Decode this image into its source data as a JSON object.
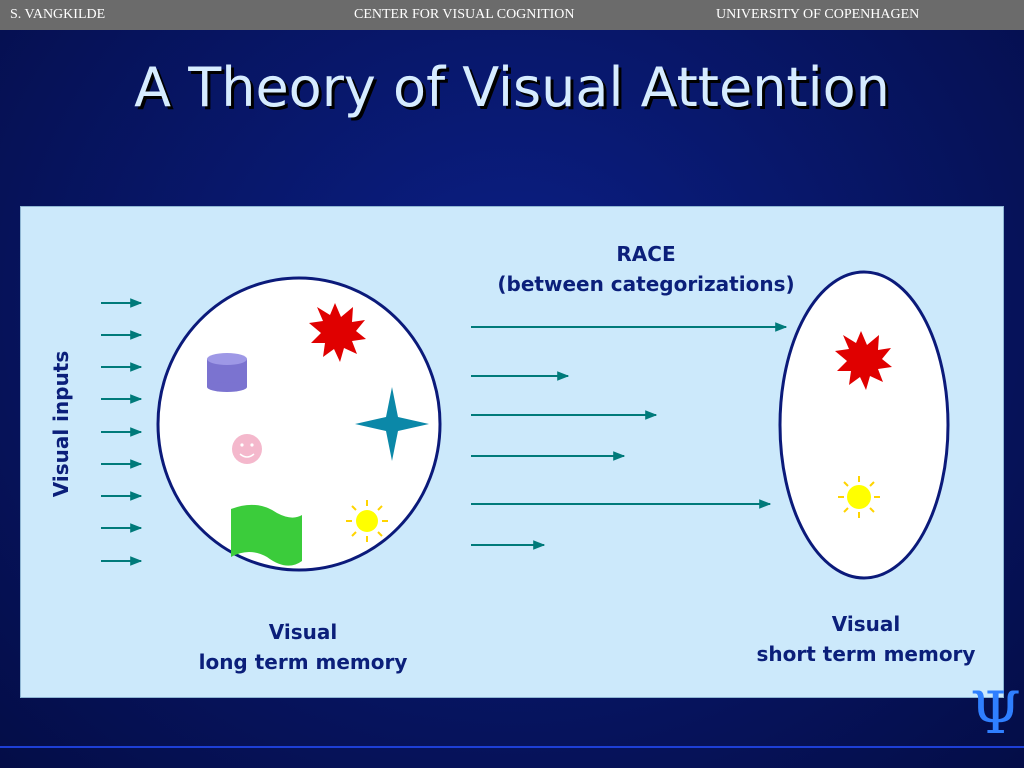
{
  "header": {
    "left": "S. VANGKILDE",
    "center": "CENTER FOR VISUAL COGNITION",
    "right": "UNIVERSITY OF COPENHAGEN"
  },
  "slide": {
    "title": "A Theory of Visual Attention"
  },
  "diagram": {
    "race_label_line1": "RACE",
    "race_label_line2": "(between categorizations)",
    "inputs_label": "Visual inputs",
    "ltm_label_line1": "Visual",
    "ltm_label_line2": "long term memory",
    "stm_label_line1": "Visual",
    "stm_label_line2": "short term memory",
    "colors": {
      "arrow": "#007a7a",
      "ellipse_stroke": "#0b1a7a",
      "label": "#0b1f7a",
      "star_red": "#e00000",
      "cylinder": "#7b73d0",
      "smiley": "#f4b8cc",
      "cross_star": "#0b88a8",
      "flag": "#3bcc3b",
      "sun": "#ffff00"
    },
    "icons": [
      "red-starburst-icon",
      "cylinder-icon",
      "smiley-icon",
      "four-point-star-icon",
      "green-flag-icon",
      "sun-icon"
    ]
  },
  "logo": {
    "symbol": "Ψ"
  }
}
